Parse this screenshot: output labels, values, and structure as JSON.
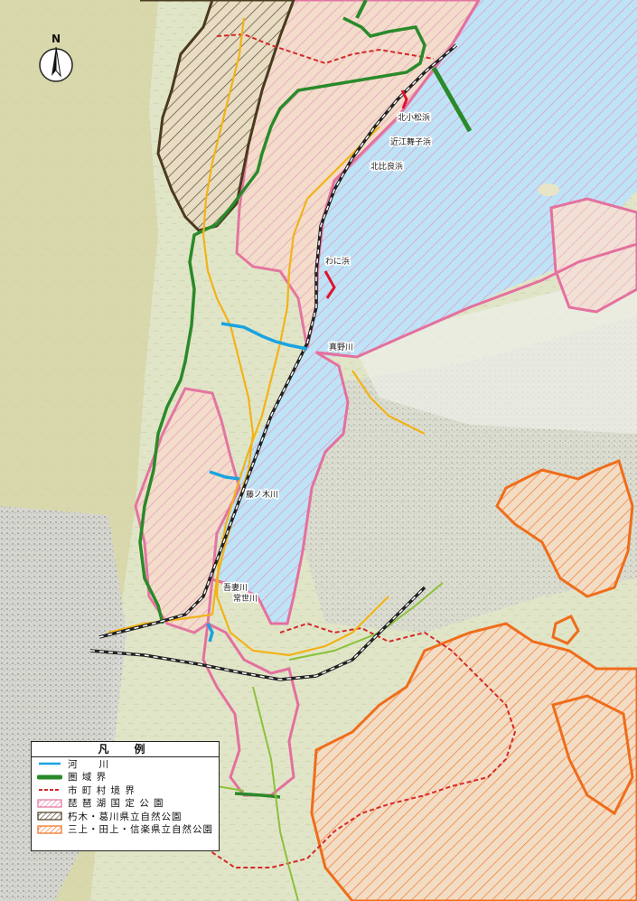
{
  "colors": {
    "terrain": "#dfe3c4",
    "mountain": "#d5d39f",
    "urban": "#c8c8c8",
    "lake": "#bfe3f6",
    "lake_hatch": "#e18cb6",
    "river": "#1aa3e0",
    "park_boundary": "#e4709e",
    "prefectural_park_brown": "#4a3a1e",
    "prefectural_park_orange": "#ef6d1b",
    "region_boundary": "#2a8a2a",
    "municipal_boundary": "#d42a2a",
    "road_yellow": "#f2b318",
    "road_green": "#8ac23a",
    "railway": "#222222"
  },
  "compass": {
    "label": "N"
  },
  "place_labels": {
    "kitakomatsu": "北小松浜",
    "omi_maiko": "近江舞子浜",
    "kitahira": "北比良浜",
    "wani": "わに浜",
    "mano_river": "真野川",
    "tenjin_river": "藤ノ木川",
    "yoshinaga_river": "吾妻川",
    "jose_river": "常世川"
  },
  "legend": {
    "title": "凡　例",
    "items": [
      {
        "label": "河　　川",
        "symbol": "river"
      },
      {
        "label": "圏 域 界",
        "symbol": "region"
      },
      {
        "label": "市 町 村 境 界",
        "symbol": "municipal"
      },
      {
        "label": "琵 琶 湖 国 定 公 園",
        "symbol": "biwako"
      },
      {
        "label": "朽木・葛川県立自然公園",
        "symbol": "kutsuki"
      },
      {
        "label": "三上・田上・信楽県立自然公園",
        "symbol": "mikami"
      }
    ]
  }
}
